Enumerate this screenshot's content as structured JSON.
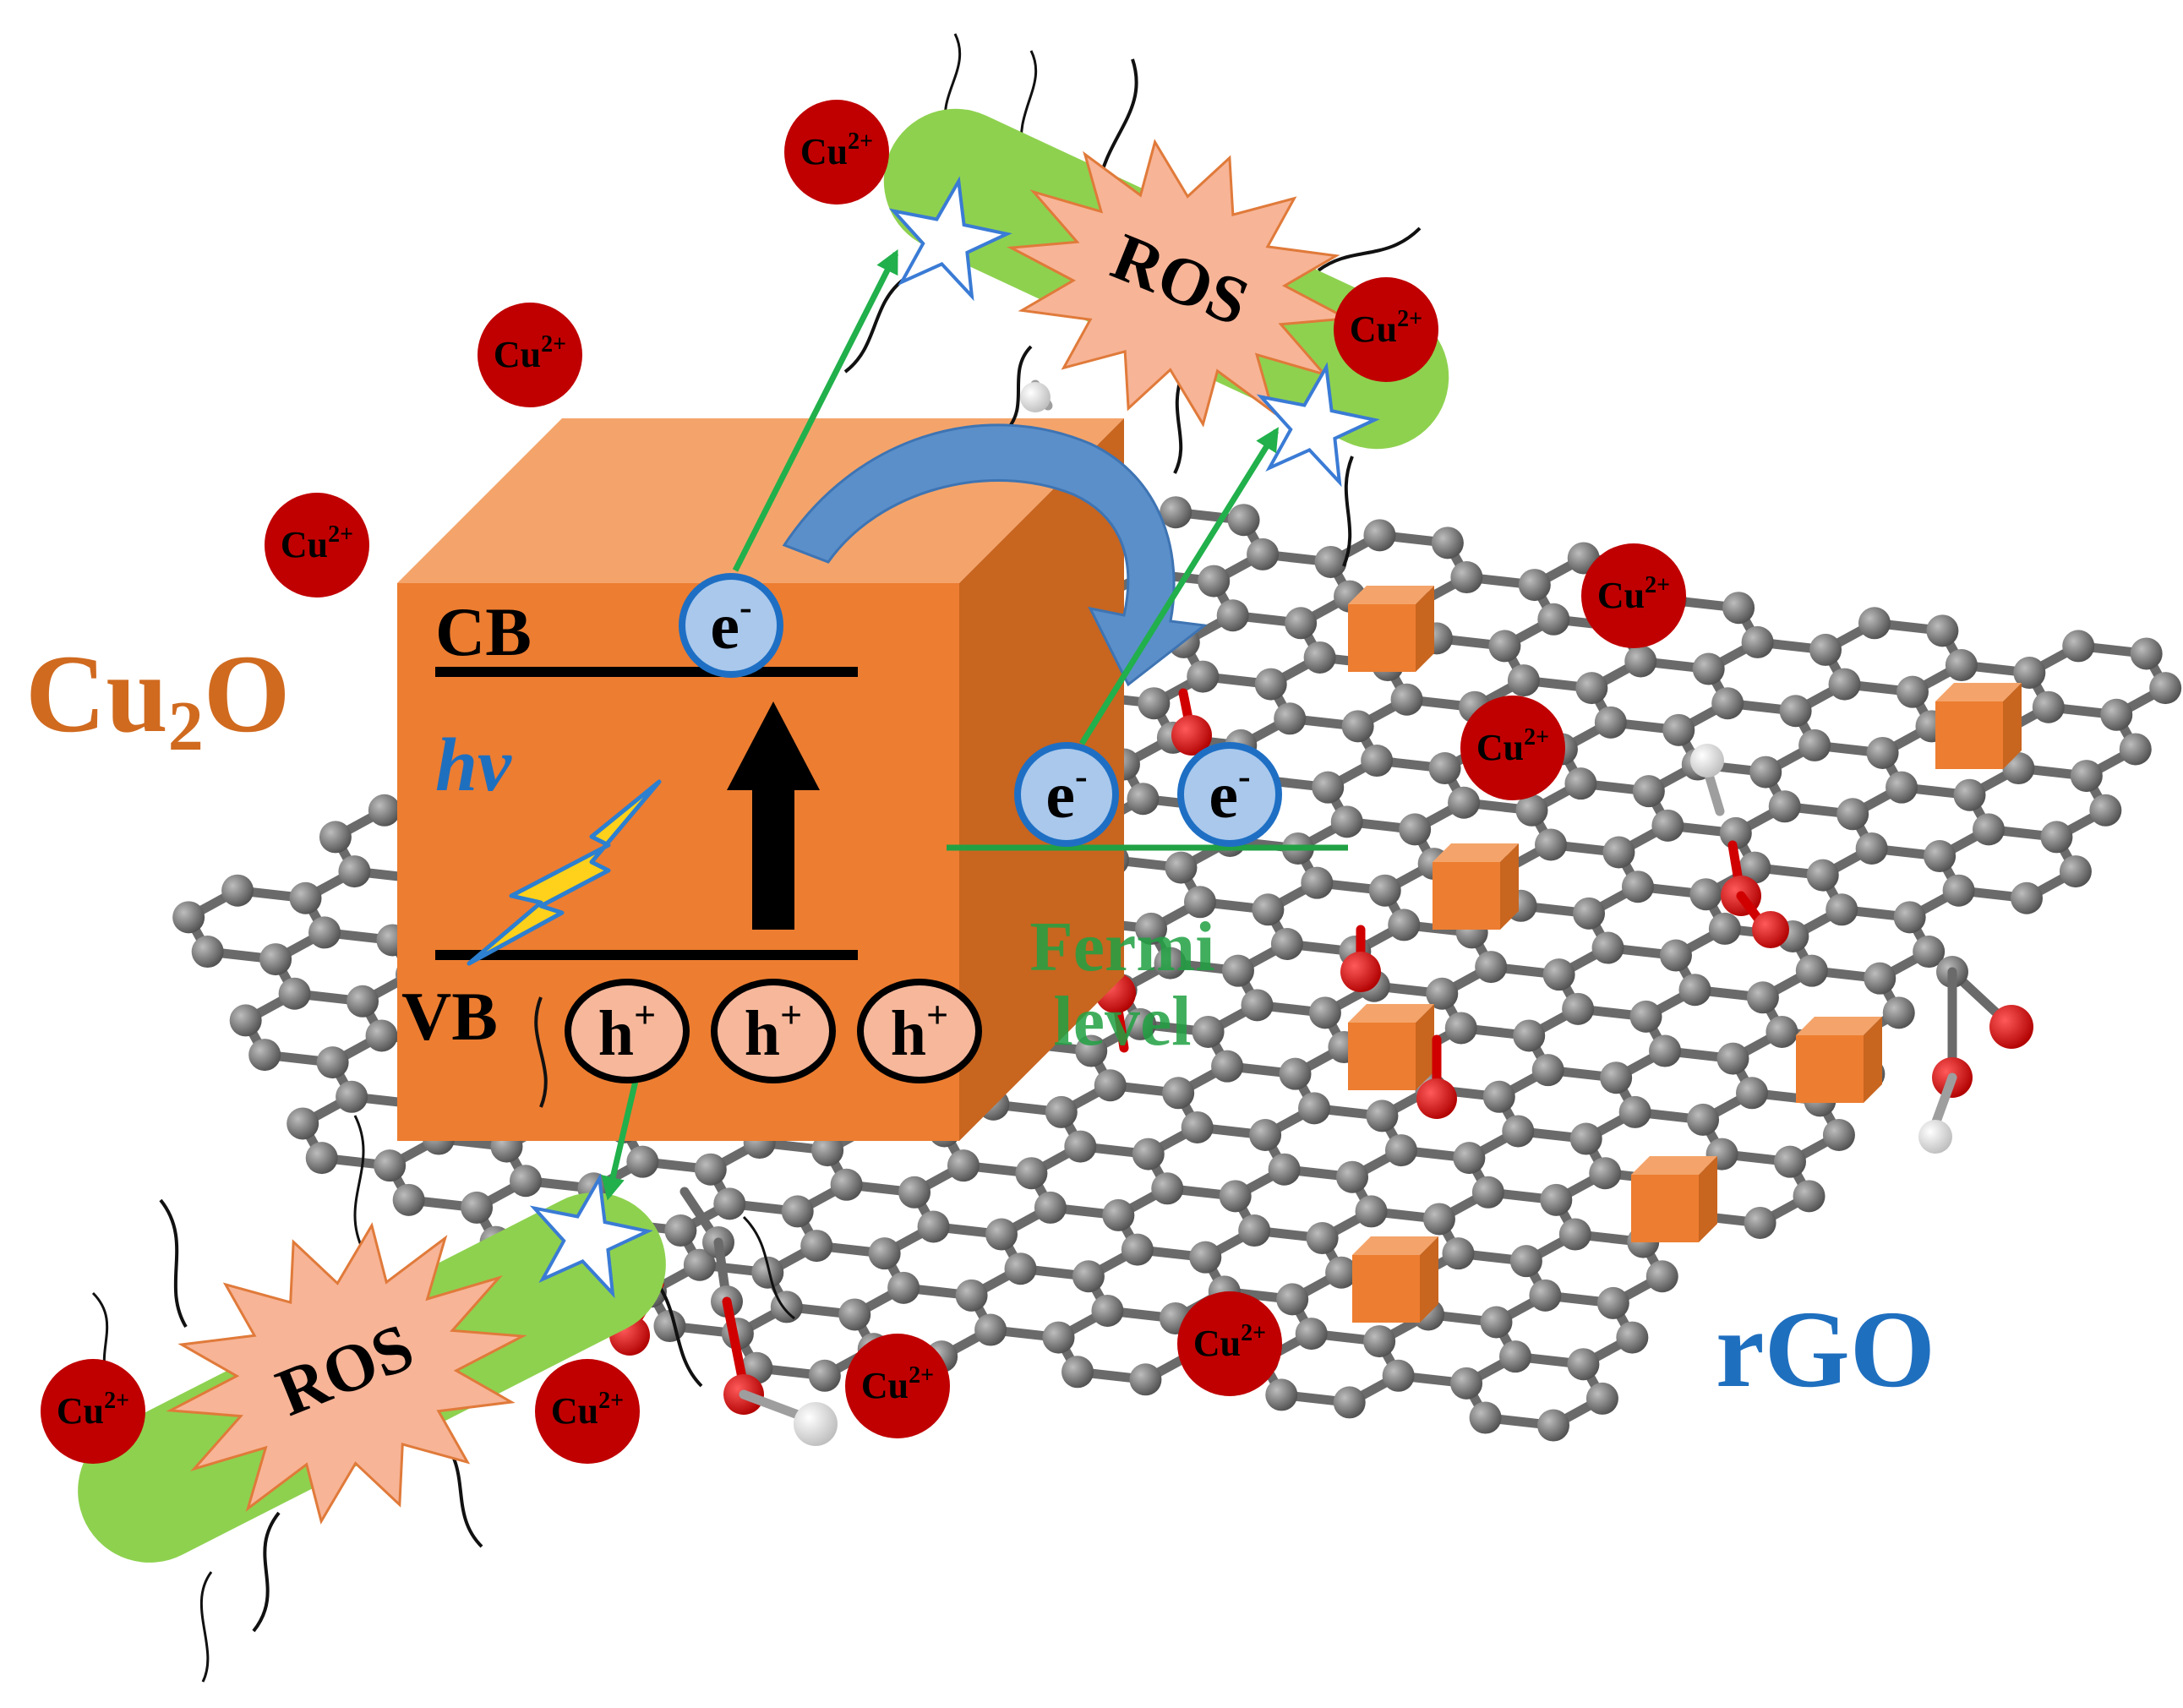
{
  "labels": {
    "material": "Cu",
    "material_sub": "2",
    "material_tail": "O",
    "conduction_band": "CB",
    "valence_band": "VB",
    "photon": "hv",
    "fermi_line1": "Fermi",
    "fermi_line2": "level",
    "support": "rGO",
    "ros": "ROS",
    "cu_ion": "Cu",
    "cu_ion_charge": "2+",
    "electron": "e",
    "electron_charge": "-",
    "hole": "h",
    "hole_charge": "+"
  },
  "colors": {
    "cube_front": "#ED7D31",
    "cube_top": "#F4A46A",
    "cube_side": "#C8651F",
    "cu2o_label": "#D06A1F",
    "rgo_label": "#1F6FBF",
    "fermi_green": "#21A143",
    "arrow_green": "#21B04B",
    "electron_fill": "#A9C8EC",
    "electron_stroke": "#1E6FC4",
    "hole_fill": "#F6B79B",
    "cu_ion": "#C00000",
    "bacteria": "#8ED14F",
    "ros_burst": "#F7B497",
    "blue_arrow": "#5B8FC9",
    "lattice_atom": "#6E6E6E",
    "lattice_bond": "#6A6A6A",
    "oxygen": "#D10000"
  }
}
